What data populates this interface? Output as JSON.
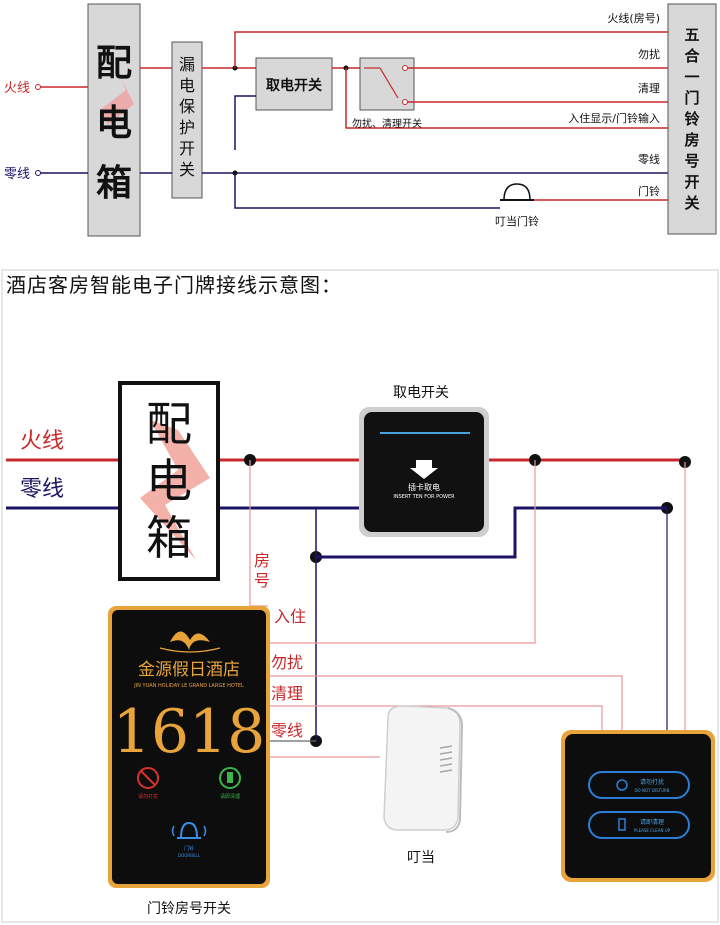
{
  "top": {
    "panel_chars": [
      "配",
      "电",
      "箱"
    ],
    "breaker_label": [
      "漏",
      "电",
      "保",
      "护",
      "开",
      "关"
    ],
    "card_switch_label": "取电开关",
    "dnd_switch_caption": "勿扰、清理开关",
    "five_in_one_label": [
      "五",
      "合",
      "一",
      "门",
      "铃",
      "房",
      "号",
      "开",
      "关"
    ],
    "live_wire": "火线",
    "neutral_wire": "零线",
    "right_labels": [
      "火线(房号)",
      "勿扰",
      "清理",
      "入住显示/门铃输入",
      "零线",
      "门铃"
    ],
    "bell_caption": "叮当门铃",
    "colors": {
      "live": "#c8282b",
      "neutral": "#1b1464",
      "box_fill": "#d8d8d8"
    }
  },
  "bottom": {
    "title": "酒店客房智能电子门牌接线示意图：",
    "panel_chars": [
      "配",
      "电",
      "箱"
    ],
    "live_wire": "火线",
    "neutral_wire": "零线",
    "card_switch_title": "取电开关",
    "card_switch_hint": "插卡取电",
    "card_switch_hint_en": "INSERT TEN FOR POWER",
    "wire_labels": [
      "房",
      "号",
      "入住",
      "勿扰",
      "清理",
      "零线"
    ],
    "doorplate": {
      "hotel_name": "金源假日酒店",
      "hotel_name_en": "JIN YUAN HOLIDAY LE GRAND LARGE HOTEL",
      "room_number": "1618",
      "left_icon_label": "请勿打扰",
      "right_icon_label": "请即清理",
      "bell_label": "门铃",
      "bell_label_en": "DOORBELL",
      "caption": "门铃房号开关"
    },
    "bell_caption": "叮当",
    "indoor_switch": {
      "btn1": "请勿打扰",
      "btn1_en": "DO NOT DISTURB",
      "btn2": "请即清理",
      "btn2_en": "PLEASE CLEAN UP"
    },
    "colors": {
      "live": "#c8282b",
      "neutral": "#1b1464",
      "gold": "#e8a33a",
      "signal": "#e89a9a"
    }
  }
}
